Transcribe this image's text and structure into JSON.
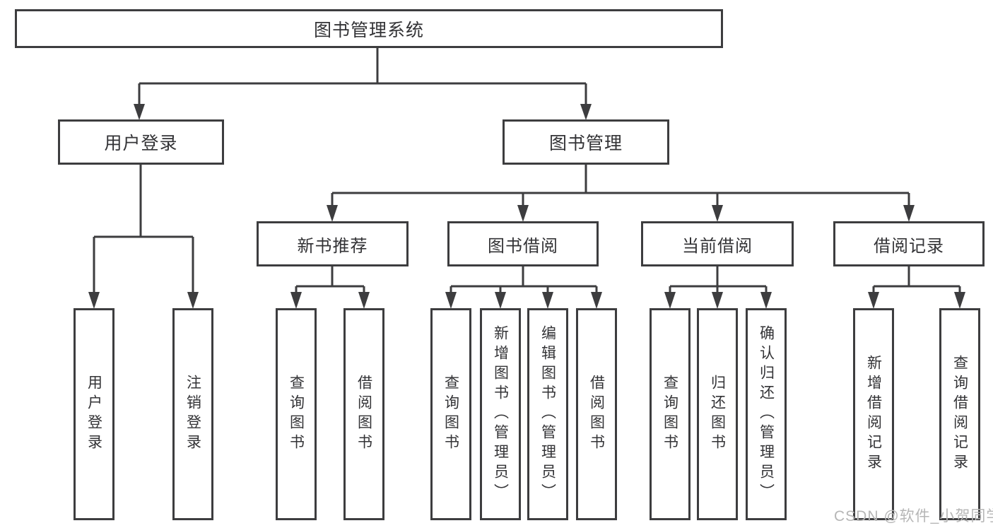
{
  "tree": {
    "root": {
      "label": "图书管理系统"
    },
    "user_branch": {
      "label": "用户登录",
      "children": [
        {
          "label": "用户登录"
        },
        {
          "label": "注销登录"
        }
      ]
    },
    "book_branch": {
      "label": "图书管理",
      "children": [
        {
          "label": "新书推荐",
          "children": [
            {
              "label": "查询图书"
            },
            {
              "label": "借阅图书"
            }
          ]
        },
        {
          "label": "图书借阅",
          "children": [
            {
              "label": "查询图书"
            },
            {
              "label": "新增图书（管理员）"
            },
            {
              "label": "编辑图书（管理员）"
            },
            {
              "label": "借阅图书"
            }
          ]
        },
        {
          "label": "当前借阅",
          "children": [
            {
              "label": "查询图书"
            },
            {
              "label": "归还图书"
            },
            {
              "label": "确认归还（管理员）"
            }
          ]
        },
        {
          "label": "借阅记录",
          "children": [
            {
              "label": "新增借阅记录"
            },
            {
              "label": "查询借阅记录"
            }
          ]
        }
      ]
    }
  },
  "watermark": {
    "text": "CSDN @软件_小贺同学"
  },
  "colors": {
    "line": "#3d3d3f",
    "text": "#333336",
    "background": "#ffffff",
    "watermark": "#b6b6b6"
  }
}
